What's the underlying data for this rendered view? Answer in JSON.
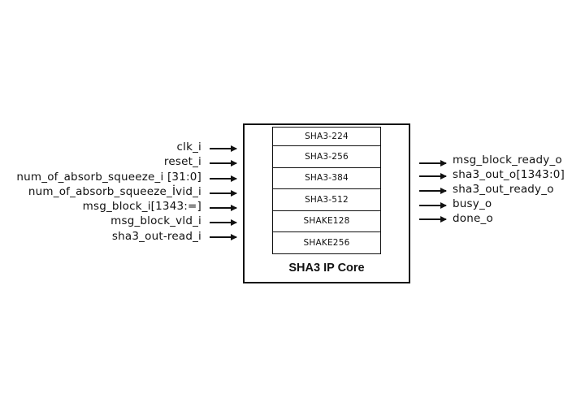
{
  "core": {
    "title": "SHA3 IP Core",
    "variants": [
      "SHA3-224",
      "SHA3-256",
      "SHA3-384",
      "SHA3-512",
      "SHAKE128",
      "SHAKE256"
    ]
  },
  "inputs": [
    "clk_i",
    "reset_i",
    "num_of_absorb_squeeze_i [31:0]",
    "num_of_absorb_squeeze_İvid_i",
    "msg_block_i[1343:=]",
    "msg_block_vld_i",
    "sha3_out-read_i"
  ],
  "outputs": [
    "msg_block_ready_o",
    "sha3_out_o[1343:0]",
    "sha3_out_ready_o",
    "busy_o",
    "done_o"
  ]
}
